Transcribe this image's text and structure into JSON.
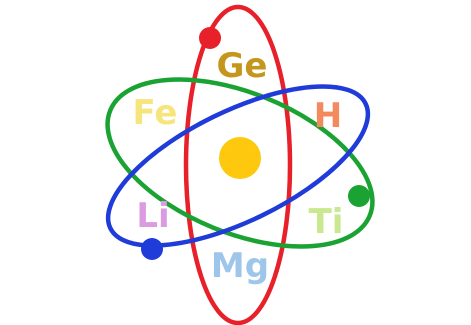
{
  "colors": {
    "orbit_red": "#e8202a",
    "orbit_green": "#1aa232",
    "orbit_blue": "#1f3bd8",
    "nucleus": "#fdc80d"
  },
  "elements": [
    {
      "symbol": "Ge",
      "color": "#c4961c"
    },
    {
      "symbol": "Fe",
      "color": "#f6e57c"
    },
    {
      "symbol": "H",
      "color": "#f28a5e"
    },
    {
      "symbol": "Li",
      "color": "#da9be0"
    },
    {
      "symbol": "Ti",
      "color": "#c9e88f"
    },
    {
      "symbol": "Mg",
      "color": "#9ec6ea"
    }
  ]
}
